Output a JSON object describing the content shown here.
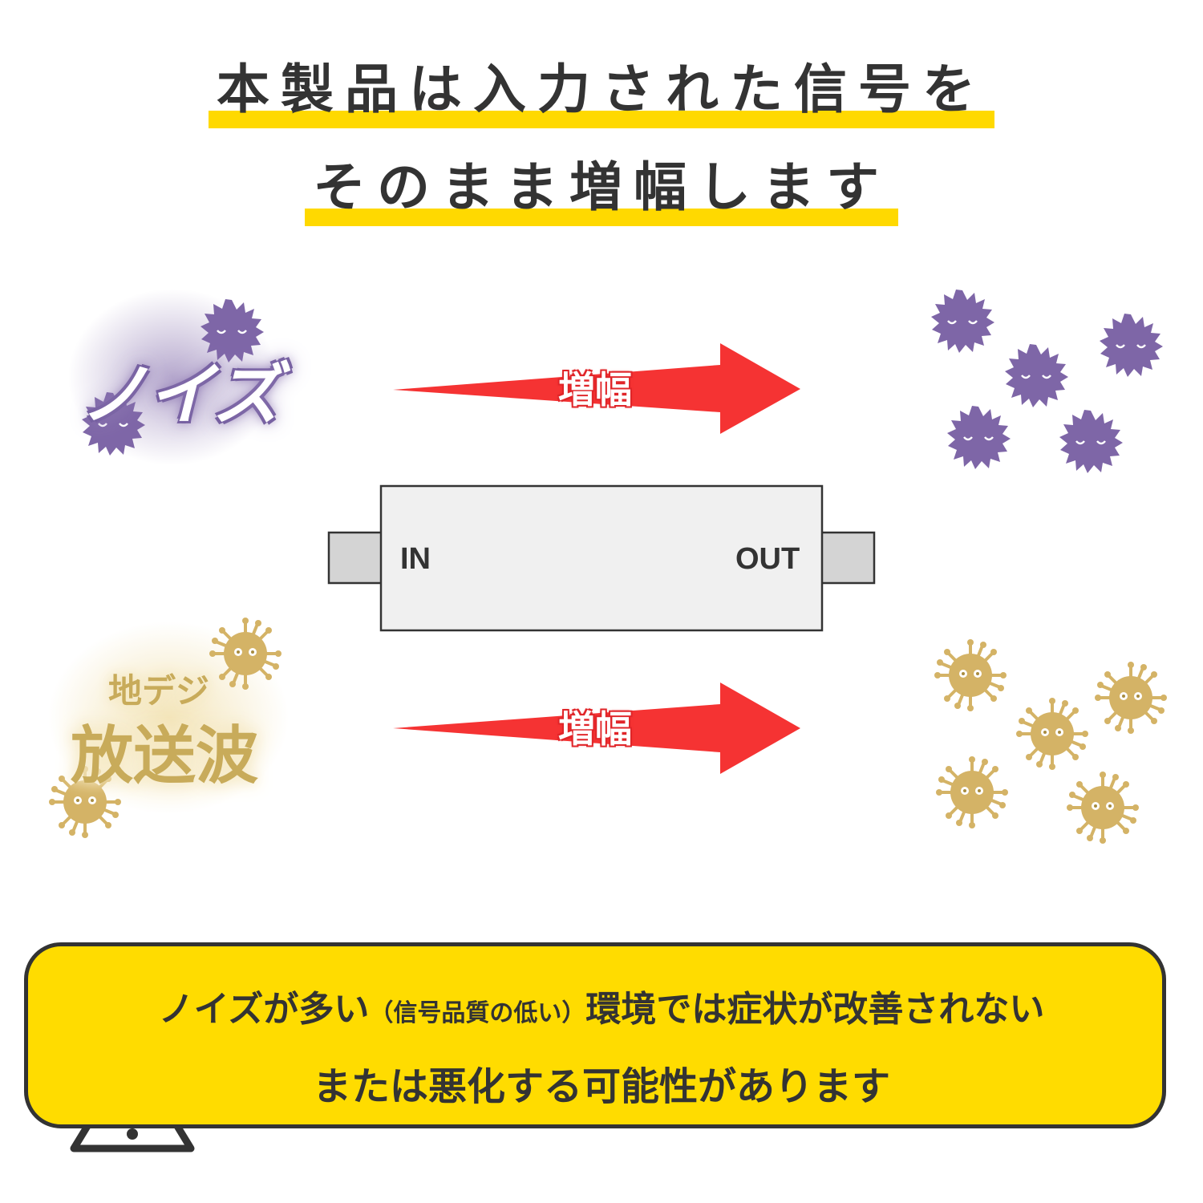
{
  "headline": {
    "line1": "本製品は入力された信号を",
    "line2": "そのまま増幅します"
  },
  "labels": {
    "noise": "ノイズ",
    "dtv_top": "地デジ",
    "dtv_bottom": "放送波",
    "amplify_top": "増幅",
    "amplify_bottom": "増幅"
  },
  "device": {
    "in_label": "IN",
    "out_label": "OUT"
  },
  "warning": {
    "line1_part1": "ノイズが多い",
    "line1_paren": "（信号品質の低い）",
    "line1_part2": "環境では症状が改善されない",
    "line2": "または悪化する可能性があります"
  },
  "colors": {
    "accent_yellow": "#ffd900",
    "arrow_red": "#f53333",
    "noise_purple": "#7e66a7",
    "dtv_gold": "#d4b366",
    "text_dark": "#333333"
  },
  "icons": {
    "noise": "spiky-virus-icon",
    "signal": "virus-icon",
    "warning": "warning-triangle-icon"
  }
}
